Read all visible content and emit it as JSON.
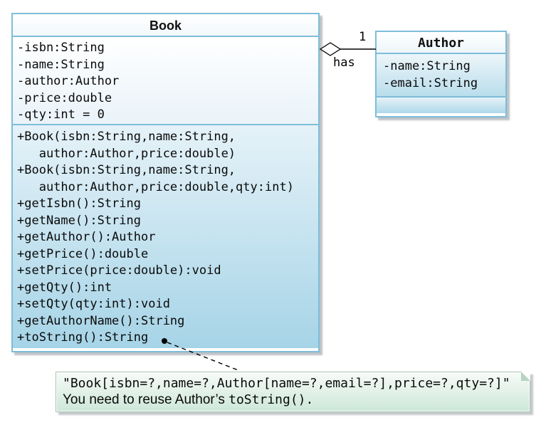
{
  "diagram": {
    "book": {
      "title": "Book",
      "attributes": [
        "-isbn:String",
        "-name:String",
        "-author:Author",
        "-price:double",
        "-qty:int = 0"
      ],
      "methods": [
        "+Book(isbn:String,name:String,",
        "   author:Author,price:double)",
        "+Book(isbn:String,name:String,",
        "   author:Author,price:double,qty:int)",
        "+getIsbn():String",
        "+getName():String",
        "+getAuthor():Author",
        "+getPrice():double",
        "+setPrice(price:double):void",
        "+getQty():int",
        "+setQty(qty:int):void",
        "+getAuthorName():String",
        "+toString():String"
      ]
    },
    "author": {
      "title": "Author",
      "attributes": [
        "-name:String",
        "-email:String"
      ],
      "methods": []
    },
    "association": {
      "type": "aggregation",
      "multiplicity": "1",
      "label": "has"
    },
    "note": {
      "line1": "\"Book[isbn=?,name=?,Author[name=?,email=?],price=?,qty=?]\"",
      "line2_text": "You need to reuse Author’s ",
      "line2_code": "toString()."
    },
    "colors": {
      "box_border": "#7ebdd9",
      "box_fill_bottom": "#a6d4e7",
      "note_border": "#a9c3b2",
      "note_fill_bottom": "#cde7d9",
      "connector": "#000000"
    }
  }
}
